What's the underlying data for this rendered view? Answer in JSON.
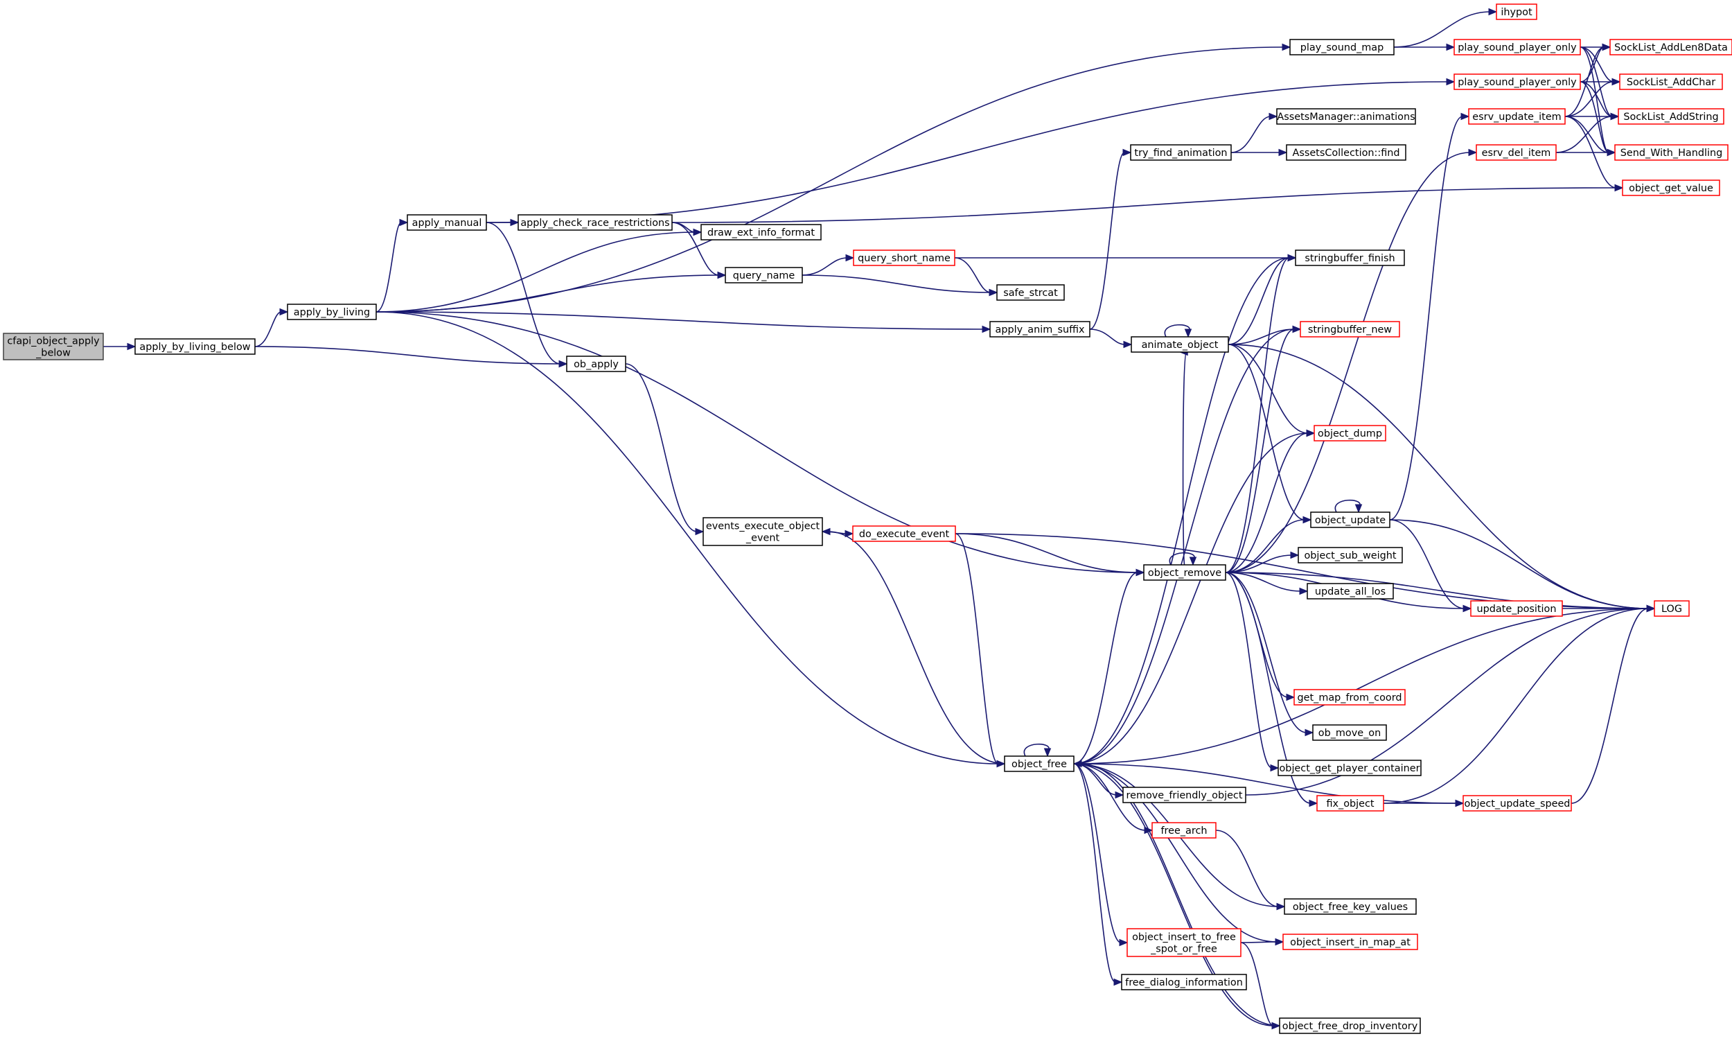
{
  "graph": {
    "colors": {
      "edge": "#191970",
      "node_border_black": "#000000",
      "node_border_red": "#ff0000",
      "root_fill": "#bfbfbf",
      "root_border": "#404040",
      "background": "#ffffff"
    },
    "nodes": [
      {
        "id": "cfapi_object_apply_below",
        "lines": [
          "cfapi_object_apply",
          "_below"
        ],
        "style": "root"
      },
      {
        "id": "apply_by_living_below",
        "lines": [
          "apply_by_living_below"
        ],
        "style": "black"
      },
      {
        "id": "apply_by_living",
        "lines": [
          "apply_by_living"
        ],
        "style": "black"
      },
      {
        "id": "apply_manual",
        "lines": [
          "apply_manual"
        ],
        "style": "black"
      },
      {
        "id": "apply_check_race_restrictions",
        "lines": [
          "apply_check_race_restrictions"
        ],
        "style": "black"
      },
      {
        "id": "draw_ext_info_format",
        "lines": [
          "draw_ext_info_format"
        ],
        "style": "black"
      },
      {
        "id": "query_name",
        "lines": [
          "query_name"
        ],
        "style": "black"
      },
      {
        "id": "query_short_name",
        "lines": [
          "query_short_name"
        ],
        "style": "red"
      },
      {
        "id": "safe_strcat",
        "lines": [
          "safe_strcat"
        ],
        "style": "black"
      },
      {
        "id": "ob_apply",
        "lines": [
          "ob_apply"
        ],
        "style": "black"
      },
      {
        "id": "events_execute_object_event",
        "lines": [
          "events_execute_object",
          "_event"
        ],
        "style": "black"
      },
      {
        "id": "do_execute_event",
        "lines": [
          "do_execute_event"
        ],
        "style": "red"
      },
      {
        "id": "apply_anim_suffix",
        "lines": [
          "apply_anim_suffix"
        ],
        "style": "black"
      },
      {
        "id": "try_find_animation",
        "lines": [
          "try_find_animation"
        ],
        "style": "black"
      },
      {
        "id": "AssetsManager_animations",
        "lines": [
          "AssetsManager::animations"
        ],
        "style": "black"
      },
      {
        "id": "AssetsCollection_find",
        "lines": [
          "AssetsCollection::find"
        ],
        "style": "black"
      },
      {
        "id": "animate_object",
        "lines": [
          "animate_object"
        ],
        "style": "black"
      },
      {
        "id": "stringbuffer_finish",
        "lines": [
          "stringbuffer_finish"
        ],
        "style": "black"
      },
      {
        "id": "stringbuffer_new",
        "lines": [
          "stringbuffer_new"
        ],
        "style": "red"
      },
      {
        "id": "object_dump",
        "lines": [
          "object_dump"
        ],
        "style": "red"
      },
      {
        "id": "object_update",
        "lines": [
          "object_update"
        ],
        "style": "black"
      },
      {
        "id": "object_sub_weight",
        "lines": [
          "object_sub_weight"
        ],
        "style": "black"
      },
      {
        "id": "update_all_los",
        "lines": [
          "update_all_los"
        ],
        "style": "black"
      },
      {
        "id": "update_position",
        "lines": [
          "update_position"
        ],
        "style": "red"
      },
      {
        "id": "object_remove",
        "lines": [
          "object_remove"
        ],
        "style": "black"
      },
      {
        "id": "get_map_from_coord",
        "lines": [
          "get_map_from_coord"
        ],
        "style": "red"
      },
      {
        "id": "ob_move_on",
        "lines": [
          "ob_move_on"
        ],
        "style": "black"
      },
      {
        "id": "object_get_player_container",
        "lines": [
          "object_get_player_container"
        ],
        "style": "black"
      },
      {
        "id": "fix_object",
        "lines": [
          "fix_object"
        ],
        "style": "red"
      },
      {
        "id": "object_update_speed",
        "lines": [
          "object_update_speed"
        ],
        "style": "red"
      },
      {
        "id": "object_free",
        "lines": [
          "object_free"
        ],
        "style": "black"
      },
      {
        "id": "remove_friendly_object",
        "lines": [
          "remove_friendly_object"
        ],
        "style": "black"
      },
      {
        "id": "free_arch",
        "lines": [
          "free_arch"
        ],
        "style": "red"
      },
      {
        "id": "object_free_key_values",
        "lines": [
          "object_free_key_values"
        ],
        "style": "black"
      },
      {
        "id": "object_insert_to_free_spot_or_free",
        "lines": [
          "object_insert_to_free",
          "_spot_or_free"
        ],
        "style": "red"
      },
      {
        "id": "object_insert_in_map_at",
        "lines": [
          "object_insert_in_map_at"
        ],
        "style": "red"
      },
      {
        "id": "free_dialog_information",
        "lines": [
          "free_dialog_information"
        ],
        "style": "black"
      },
      {
        "id": "object_free_drop_inventory",
        "lines": [
          "object_free_drop_inventory"
        ],
        "style": "black"
      },
      {
        "id": "play_sound_map",
        "lines": [
          "play_sound_map"
        ],
        "style": "black"
      },
      {
        "id": "ihypot",
        "lines": [
          "ihypot"
        ],
        "style": "red"
      },
      {
        "id": "play_sound_player_only_1",
        "lines": [
          "play_sound_player_only"
        ],
        "style": "red"
      },
      {
        "id": "play_sound_player_only_2",
        "lines": [
          "play_sound_player_only"
        ],
        "style": "red"
      },
      {
        "id": "esrv_update_item",
        "lines": [
          "esrv_update_item"
        ],
        "style": "red"
      },
      {
        "id": "esrv_del_item",
        "lines": [
          "esrv_del_item"
        ],
        "style": "red"
      },
      {
        "id": "SockList_AddLen8Data",
        "lines": [
          "SockList_AddLen8Data"
        ],
        "style": "red"
      },
      {
        "id": "SockList_AddChar",
        "lines": [
          "SockList_AddChar"
        ],
        "style": "red"
      },
      {
        "id": "SockList_AddString",
        "lines": [
          "SockList_AddString"
        ],
        "style": "red"
      },
      {
        "id": "Send_With_Handling",
        "lines": [
          "Send_With_Handling"
        ],
        "style": "red"
      },
      {
        "id": "object_get_value",
        "lines": [
          "object_get_value"
        ],
        "style": "red"
      },
      {
        "id": "LOG",
        "lines": [
          "LOG"
        ],
        "style": "red"
      }
    ],
    "edges": [
      [
        "cfapi_object_apply_below",
        "apply_by_living_below"
      ],
      [
        "apply_by_living_below",
        "apply_by_living"
      ],
      [
        "apply_by_living_below",
        "ob_apply"
      ],
      [
        "apply_by_living",
        "apply_manual"
      ],
      [
        "apply_by_living",
        "draw_ext_info_format"
      ],
      [
        "apply_by_living",
        "query_name"
      ],
      [
        "apply_by_living",
        "apply_anim_suffix"
      ],
      [
        "apply_by_living",
        "object_remove"
      ],
      [
        "apply_by_living",
        "object_free"
      ],
      [
        "apply_by_living",
        "play_sound_map"
      ],
      [
        "apply_manual",
        "apply_check_race_restrictions"
      ],
      [
        "apply_manual",
        "ob_apply"
      ],
      [
        "apply_manual",
        "play_sound_player_only_2"
      ],
      [
        "apply_check_race_restrictions",
        "draw_ext_info_format"
      ],
      [
        "apply_check_race_restrictions",
        "query_name"
      ],
      [
        "apply_check_race_restrictions",
        "object_get_value"
      ],
      [
        "query_name",
        "query_short_name"
      ],
      [
        "query_name",
        "safe_strcat"
      ],
      [
        "query_short_name",
        "safe_strcat"
      ],
      [
        "query_short_name",
        "stringbuffer_finish"
      ],
      [
        "ob_apply",
        "events_execute_object_event"
      ],
      [
        "events_execute_object_event",
        "do_execute_event"
      ],
      [
        "do_execute_event",
        "object_remove"
      ],
      [
        "do_execute_event",
        "object_free"
      ],
      [
        "do_execute_event",
        "LOG"
      ],
      [
        "apply_anim_suffix",
        "try_find_animation"
      ],
      [
        "apply_anim_suffix",
        "animate_object"
      ],
      [
        "try_find_animation",
        "AssetsManager_animations"
      ],
      [
        "try_find_animation",
        "AssetsCollection_find"
      ],
      [
        "animate_object",
        "animate_object"
      ],
      [
        "animate_object",
        "stringbuffer_finish"
      ],
      [
        "animate_object",
        "stringbuffer_new"
      ],
      [
        "animate_object",
        "object_dump"
      ],
      [
        "animate_object",
        "object_update"
      ],
      [
        "animate_object",
        "LOG"
      ],
      [
        "object_remove",
        "object_remove"
      ],
      [
        "object_remove",
        "animate_object"
      ],
      [
        "object_remove",
        "stringbuffer_finish"
      ],
      [
        "object_remove",
        "stringbuffer_new"
      ],
      [
        "object_remove",
        "object_dump"
      ],
      [
        "object_remove",
        "object_update"
      ],
      [
        "object_remove",
        "object_sub_weight"
      ],
      [
        "object_remove",
        "update_all_los"
      ],
      [
        "object_remove",
        "update_position"
      ],
      [
        "object_remove",
        "get_map_from_coord"
      ],
      [
        "object_remove",
        "ob_move_on"
      ],
      [
        "object_remove",
        "object_get_player_container"
      ],
      [
        "object_remove",
        "fix_object"
      ],
      [
        "object_remove",
        "esrv_del_item"
      ],
      [
        "object_remove",
        "LOG"
      ],
      [
        "object_update",
        "object_update"
      ],
      [
        "object_update",
        "update_position"
      ],
      [
        "object_update",
        "esrv_update_item"
      ],
      [
        "object_update",
        "LOG"
      ],
      [
        "update_position",
        "LOG"
      ],
      [
        "fix_object",
        "object_update_speed"
      ],
      [
        "fix_object",
        "LOG"
      ],
      [
        "object_update_speed",
        "LOG"
      ],
      [
        "object_free",
        "object_free"
      ],
      [
        "object_free",
        "events_execute_object_event"
      ],
      [
        "object_free",
        "object_remove"
      ],
      [
        "object_free",
        "stringbuffer_finish"
      ],
      [
        "object_free",
        "stringbuffer_new"
      ],
      [
        "object_free",
        "object_dump"
      ],
      [
        "object_free",
        "LOG"
      ],
      [
        "object_free",
        "remove_friendly_object"
      ],
      [
        "object_free",
        "free_arch"
      ],
      [
        "object_free",
        "object_free_key_values"
      ],
      [
        "object_free",
        "object_insert_to_free_spot_or_free"
      ],
      [
        "object_free",
        "object_insert_in_map_at"
      ],
      [
        "object_free",
        "free_dialog_information"
      ],
      [
        "object_free",
        "object_free_drop_inventory"
      ],
      [
        "object_free",
        "object_update_speed"
      ],
      [
        "remove_friendly_object",
        "LOG"
      ],
      [
        "free_arch",
        "object_free_key_values"
      ],
      [
        "object_insert_to_free_spot_or_free",
        "object_insert_in_map_at"
      ],
      [
        "object_insert_to_free_spot_or_free",
        "object_free_drop_inventory"
      ],
      [
        "object_free_drop_inventory",
        "object_free"
      ],
      [
        "play_sound_map",
        "ihypot"
      ],
      [
        "play_sound_map",
        "play_sound_player_only_1"
      ],
      [
        "play_sound_player_only_1",
        "SockList_AddLen8Data"
      ],
      [
        "play_sound_player_only_1",
        "SockList_AddChar"
      ],
      [
        "play_sound_player_only_1",
        "SockList_AddString"
      ],
      [
        "play_sound_player_only_1",
        "Send_With_Handling"
      ],
      [
        "play_sound_player_only_2",
        "SockList_AddLen8Data"
      ],
      [
        "play_sound_player_only_2",
        "SockList_AddChar"
      ],
      [
        "play_sound_player_only_2",
        "SockList_AddString"
      ],
      [
        "play_sound_player_only_2",
        "Send_With_Handling"
      ],
      [
        "esrv_update_item",
        "SockList_AddLen8Data"
      ],
      [
        "esrv_update_item",
        "SockList_AddChar"
      ],
      [
        "esrv_update_item",
        "SockList_AddString"
      ],
      [
        "esrv_update_item",
        "Send_With_Handling"
      ],
      [
        "esrv_update_item",
        "object_get_value"
      ],
      [
        "esrv_del_item",
        "SockList_AddString"
      ],
      [
        "esrv_del_item",
        "Send_With_Handling"
      ]
    ]
  }
}
